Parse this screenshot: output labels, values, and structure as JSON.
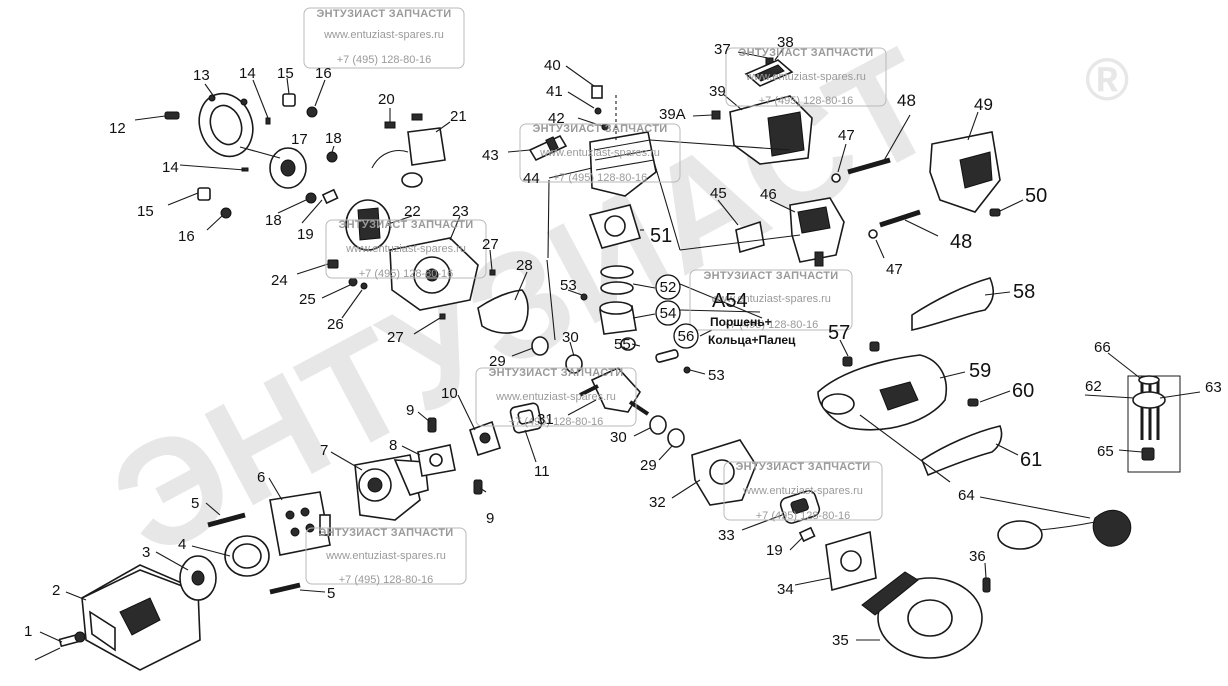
{
  "watermark": {
    "brand": "ЭНТУЗИАСТ ЗАПЧАСТИ",
    "site": "www.entuziast-spares.ru",
    "phone": "+7 (495) 128-80-16",
    "big_text": "ЭНТУЗИАСТ",
    "registered_mark": "®"
  },
  "assembly_label": {
    "code": "A54",
    "line1": "Поршень+",
    "line2": "Кольца+Палец"
  },
  "circled_labels": [
    "52",
    "54",
    "56"
  ],
  "part_numbers": [
    "1",
    "2",
    "3",
    "4",
    "5",
    "5",
    "6",
    "7",
    "8",
    "9",
    "9",
    "10",
    "11",
    "12",
    "13",
    "14",
    "14",
    "15",
    "15",
    "16",
    "16",
    "17",
    "18",
    "18",
    "19",
    "19",
    "20",
    "21",
    "22",
    "23",
    "24",
    "25",
    "26",
    "27",
    "27",
    "28",
    "29",
    "29",
    "30",
    "30",
    "31",
    "32",
    "33",
    "34",
    "35",
    "36",
    "37",
    "38",
    "39",
    "39A",
    "40",
    "41",
    "42",
    "43",
    "44",
    "45",
    "46",
    "47",
    "47",
    "48",
    "48",
    "49",
    "50",
    "51",
    "53",
    "53",
    "55",
    "57",
    "58",
    "59",
    "60",
    "61",
    "62",
    "63",
    "64",
    "65",
    "66"
  ]
}
